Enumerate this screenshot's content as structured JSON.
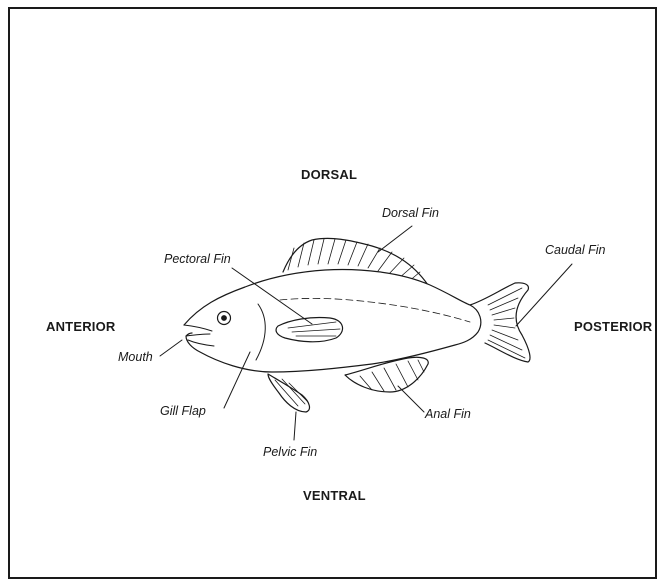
{
  "directions": {
    "dorsal": "DORSAL",
    "ventral": "VENTRAL",
    "anterior": "ANTERIOR",
    "posterior": "POSTERIOR"
  },
  "parts": {
    "dorsal_fin": "Dorsal Fin",
    "caudal_fin": "Caudal Fin",
    "pectoral_fin": "Pectoral Fin",
    "mouth": "Mouth",
    "gill_flap": "Gill Flap",
    "pelvic_fin": "Pelvic Fin",
    "anal_fin": "Anal Fin"
  },
  "colors": {
    "line": "#1a1a1a",
    "background": "#ffffff"
  }
}
